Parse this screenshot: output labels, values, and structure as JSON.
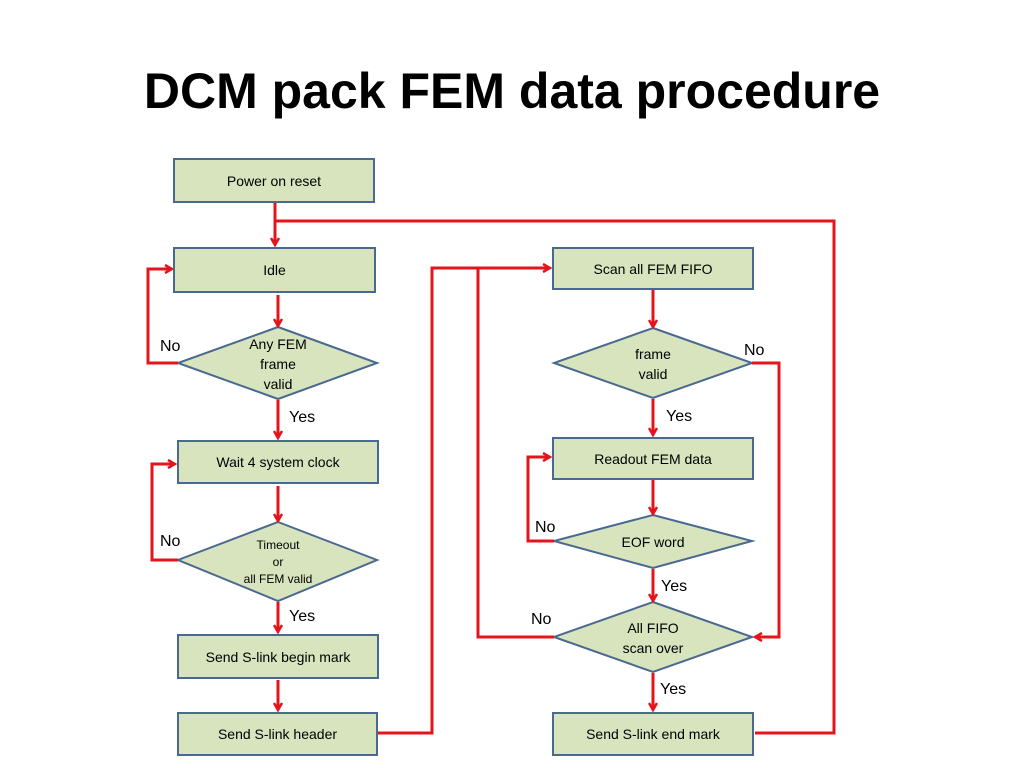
{
  "title": "DCM pack FEM data procedure",
  "boxes": {
    "power_on_reset": "Power on reset",
    "idle": "Idle",
    "wait_clock": "Wait 4 system clock",
    "send_begin_mark": "Send S-link begin mark",
    "send_header": "Send S-link header",
    "scan_fifo": "Scan all FEM FIFO",
    "readout": "Readout FEM data",
    "send_end_mark": "Send S-link end mark"
  },
  "decisions": {
    "any_fem_valid": "Any FEM\nframe\nvalid",
    "timeout": "Timeout\nor\nall FEM valid",
    "frame_valid": "frame\nvalid",
    "eof_word": "EOF word",
    "all_fifo_scan": "All FIFO\nscan over"
  },
  "labels": {
    "yes": "Yes",
    "no": "No"
  },
  "colors": {
    "box_fill": "#d7e4bd",
    "box_border": "#4a6990",
    "arrow": "#e3141b"
  }
}
